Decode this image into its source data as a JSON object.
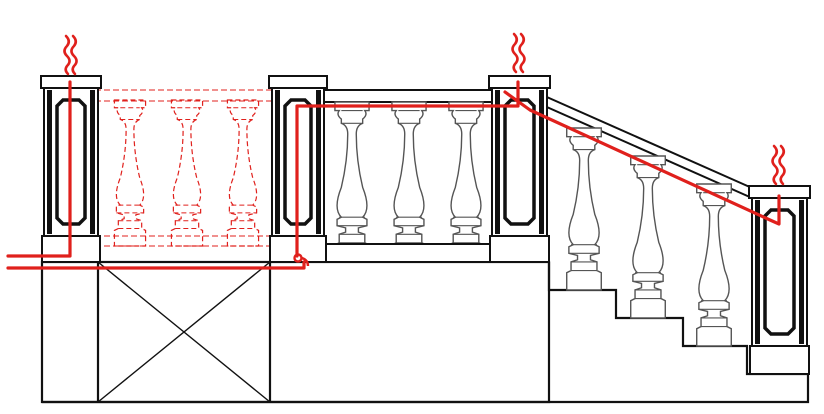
{
  "diagram": {
    "kind": "balustrade-wiring-drawing",
    "colors": {
      "background": "#ffffff",
      "structure": "#111111",
      "baluster_grey": "#555555",
      "wiring": "#e0201c",
      "panel_fill": "#111111"
    },
    "icons": [
      "cable-squiggle-icon",
      "connector-loop-icon",
      "cross-brace-icon"
    ],
    "sections": {
      "hidden_bay_balusters": 3,
      "flat_bay_balusters": 3,
      "stair_bay_balusters": 3,
      "stair_steps": 4,
      "posts": 4
    }
  }
}
